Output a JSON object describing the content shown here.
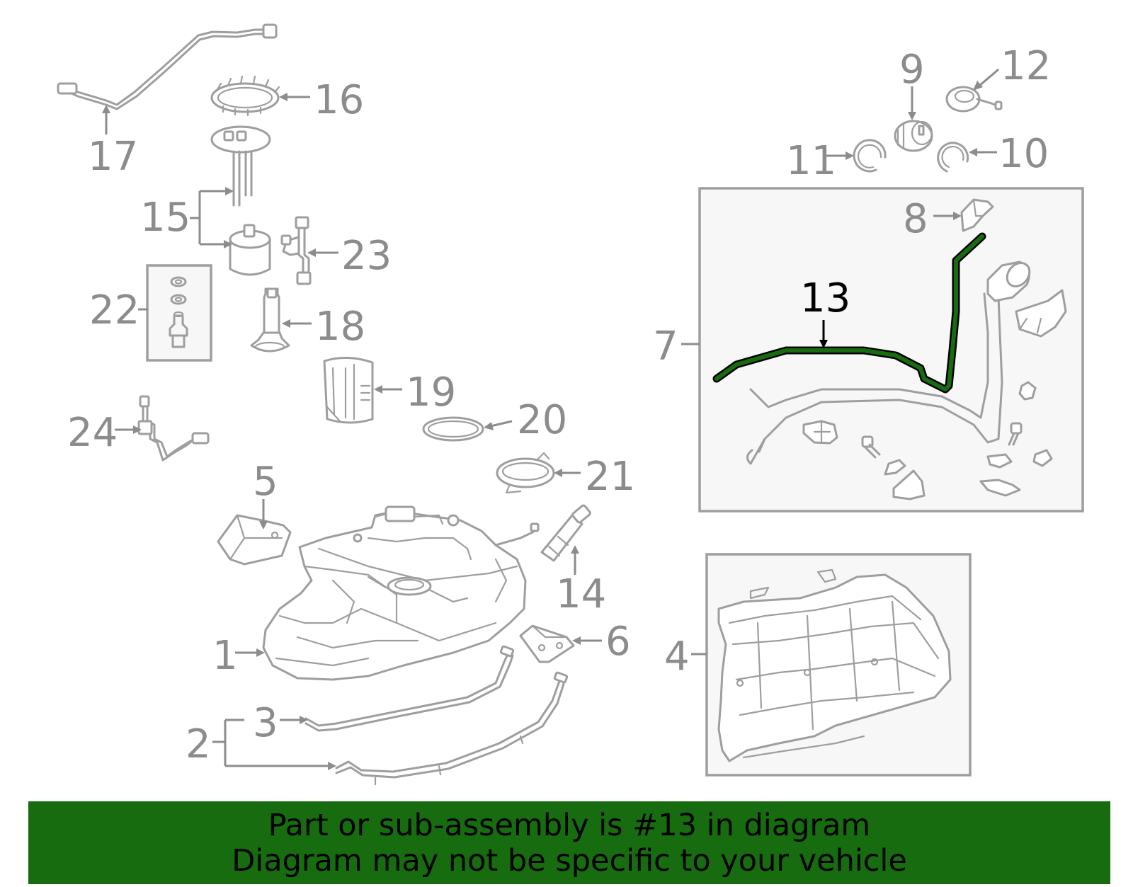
{
  "diagram": {
    "highlight_color": "#166c0e",
    "line_color": "#9e9e9e",
    "label_color": "#8c8c8c",
    "highlighted_part": "13",
    "labels": [
      "1",
      "2",
      "3",
      "4",
      "5",
      "6",
      "7",
      "8",
      "9",
      "10",
      "11",
      "12",
      "13",
      "14",
      "15",
      "16",
      "17",
      "18",
      "19",
      "20",
      "21",
      "22",
      "23",
      "24"
    ]
  },
  "banner": {
    "background": "#166c0e",
    "line1": "Part or sub-assembly is #13 in diagram",
    "line2": "Diagram may not be specific to your vehicle"
  }
}
